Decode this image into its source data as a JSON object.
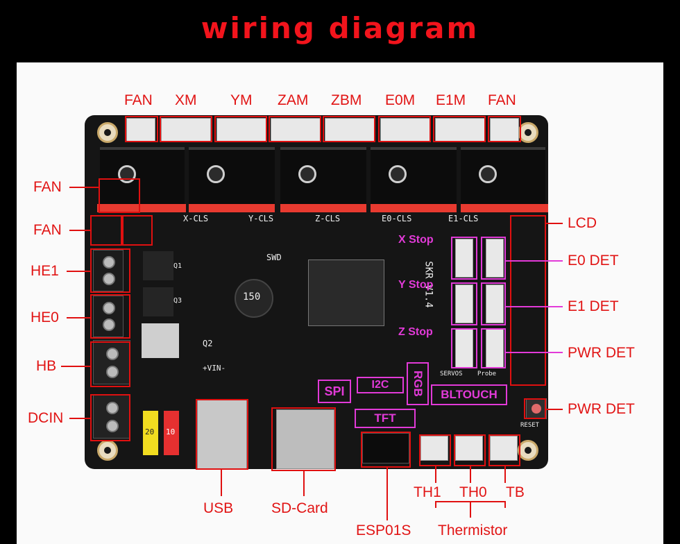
{
  "title": "wiring diagram",
  "top_labels": [
    "FAN",
    "XM",
    "YM",
    "ZAM",
    "ZBM",
    "E0M",
    "E1M",
    "FAN"
  ],
  "left_labels": [
    "FAN",
    "FAN",
    "HE1",
    "HE0",
    "HB",
    "DCIN"
  ],
  "right_labels": [
    "LCD",
    "E0 DET",
    "E1 DET",
    "PWR DET",
    "PWR DET"
  ],
  "bottom_labels": [
    "USB",
    "SD-Card",
    "ESP01S",
    "TH1",
    "TH0",
    "TB",
    "Thermistor"
  ],
  "board_callouts": [
    "X Stop",
    "Y Stop",
    "Z Stop",
    "SPI",
    "I2C",
    "RGB",
    "BLTOUCH",
    "TFT"
  ],
  "silkscreen": [
    "X-CLS",
    "Y-CLS",
    "Z-CLS",
    "E0-CLS",
    "E1-CLS",
    "SWD",
    "150",
    "Q1",
    "Q3",
    "Q2",
    "+VIN-",
    "20",
    "10",
    "RESET",
    "SERVOS",
    "Probe",
    "SKR V1.4"
  ],
  "colors": {
    "label_red": "#e11414",
    "callout_magenta": "#e23ad8",
    "background": "#000000",
    "panel": "#fafafa",
    "board": "#151515"
  }
}
